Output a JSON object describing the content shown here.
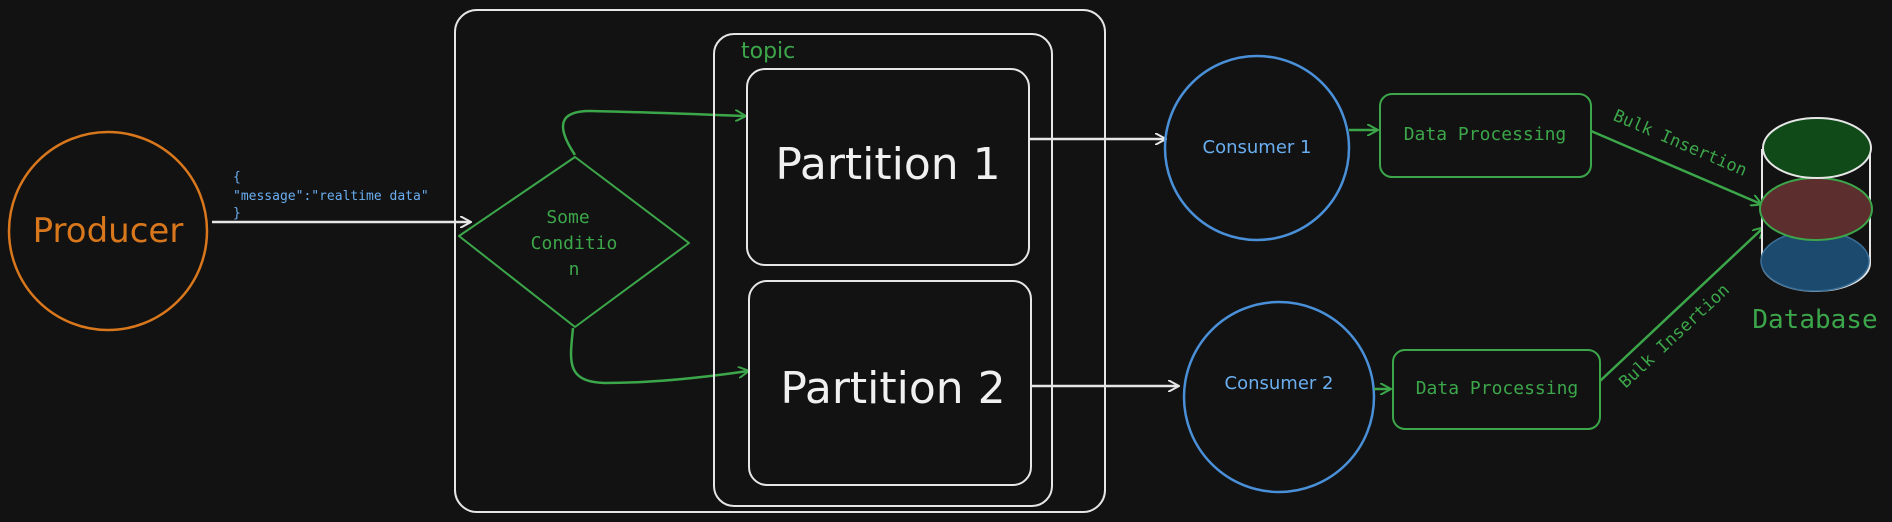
{
  "colors": {
    "background": "#121212",
    "stroke_white": "#e6e6e6",
    "green": "#3ca64a",
    "orange": "#d9771c",
    "blue": "#4a90d9",
    "blue_text": "#6aaef0",
    "db_top": "#0f4a18",
    "db_mid": "#5c2e2e",
    "db_bottom": "#1c4a6e"
  },
  "producer": {
    "label": "Producer"
  },
  "message": {
    "line1": "{",
    "line2": "\"message\":\"realtime data\"",
    "line3": "}"
  },
  "condition": {
    "line1": "Some",
    "line2": "Conditio",
    "line3": "n"
  },
  "topic": {
    "label": "topic"
  },
  "partitions": [
    {
      "label": "Partition 1"
    },
    {
      "label": "Partition 2"
    }
  ],
  "consumers": [
    {
      "label": "Consumer 1"
    },
    {
      "label": "Consumer 2"
    }
  ],
  "processing": [
    {
      "label": "Data Processing"
    },
    {
      "label": "Data Processing"
    }
  ],
  "bulk_insertion": [
    {
      "label": "Bulk Insertion"
    },
    {
      "label": "Bulk Insertion"
    }
  ],
  "database": {
    "label": "Database"
  }
}
